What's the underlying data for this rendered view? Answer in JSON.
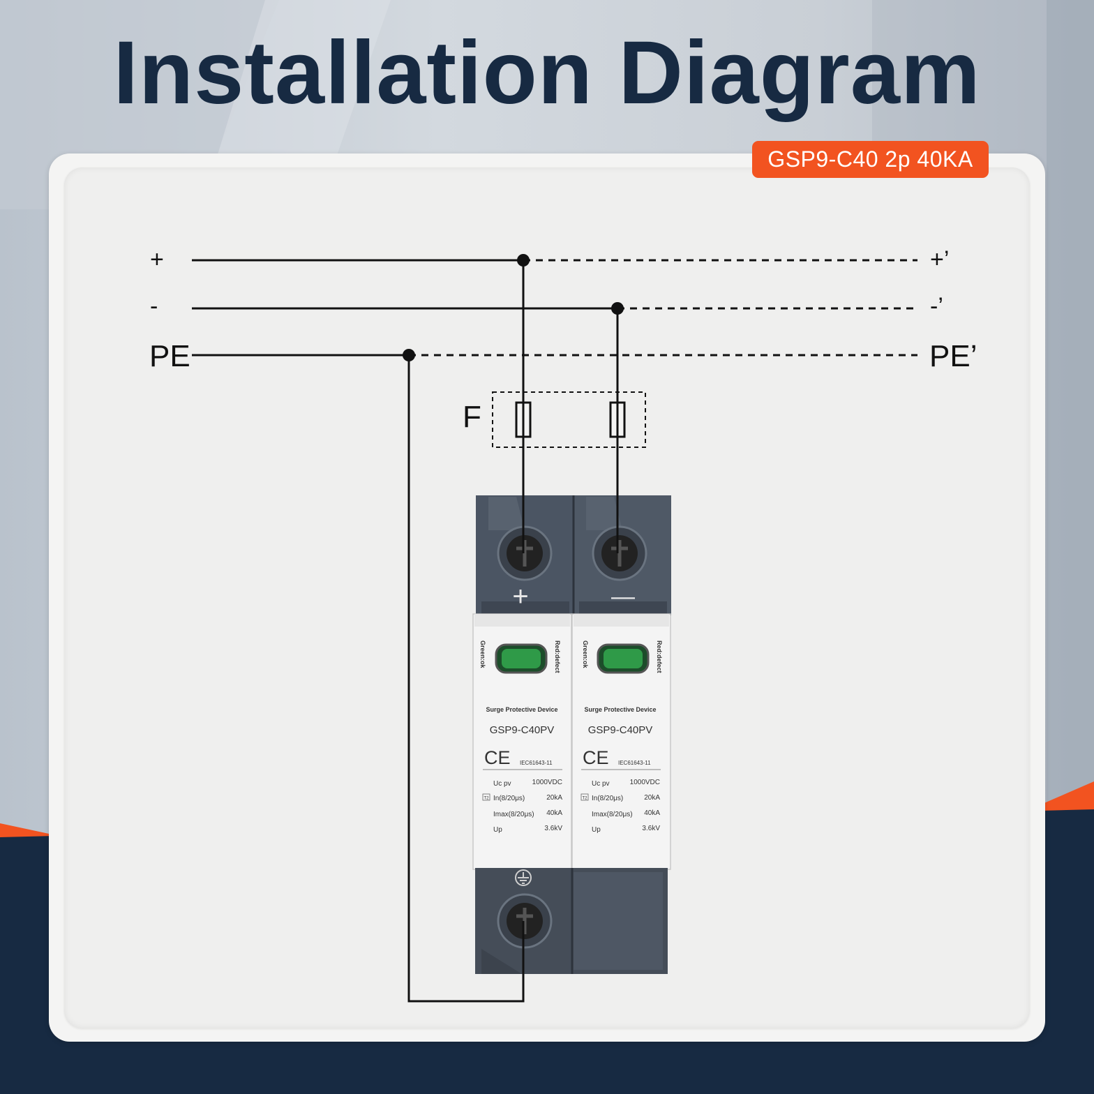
{
  "page": {
    "title": "Installation Diagram",
    "model_badge": "GSP9-C40 2p 40KA"
  },
  "colors": {
    "navy": "#172a42",
    "accent": "#f25320",
    "device_gray": "#4a5462",
    "indicator_green": "#2f9a48"
  },
  "diagram": {
    "lines": {
      "plus_left": "+",
      "plus_right": "+’",
      "minus_left": "-",
      "minus_right": "-’",
      "pe_left": "PE",
      "pe_right": "PE’"
    },
    "fuse_label": "F"
  },
  "device": {
    "terminal_plus_symbol": "+",
    "terminal_minus_symbol": "—",
    "ground_symbol_icon": "ground-icon",
    "modules": [
      {
        "left_side_label": "Green:ok",
        "right_side_label": "Red:defect",
        "heading": "Surge Protective Device",
        "model": "GSP9-C40PV",
        "ce_mark": "CE",
        "standard": "IEC61643-11",
        "type_badge": "T2",
        "specs": [
          {
            "label": "Uc pv",
            "value": "1000VDC"
          },
          {
            "label": "In(8/20μs)",
            "value": "20kA"
          },
          {
            "label": "Imax(8/20μs)",
            "value": "40kA"
          },
          {
            "label": "Up",
            "value": "3.6kV"
          }
        ]
      },
      {
        "left_side_label": "Green:ok",
        "right_side_label": "Red:defect",
        "heading": "Surge Protective Device",
        "model": "GSP9-C40PV",
        "ce_mark": "CE",
        "standard": "IEC61643-11",
        "type_badge": "T2",
        "specs": [
          {
            "label": "Uc pv",
            "value": "1000VDC"
          },
          {
            "label": "In(8/20μs)",
            "value": "20kA"
          },
          {
            "label": "Imax(8/20μs)",
            "value": "40kA"
          },
          {
            "label": "Up",
            "value": "3.6kV"
          }
        ]
      }
    ]
  }
}
